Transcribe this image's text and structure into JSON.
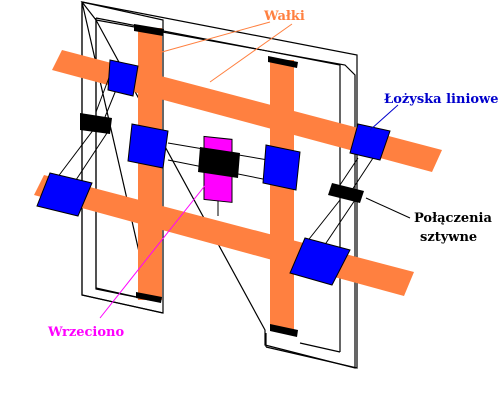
{
  "labels": {
    "shafts": "Wałki",
    "linear_bearings": "Łożyska liniowe",
    "rigid_connections_line1": "Połączenia",
    "rigid_connections_line2": "sztywne",
    "spindle": "Wrzeciono"
  },
  "colors": {
    "shaft": "#ff8040",
    "bearing": "#0000ff",
    "connector": "#000000",
    "spindle": "#ff00ff",
    "label_shafts": "#ff8040",
    "label_bearings": "#0000cc",
    "label_connections": "#000000",
    "label_spindle": "#ff00ff"
  }
}
